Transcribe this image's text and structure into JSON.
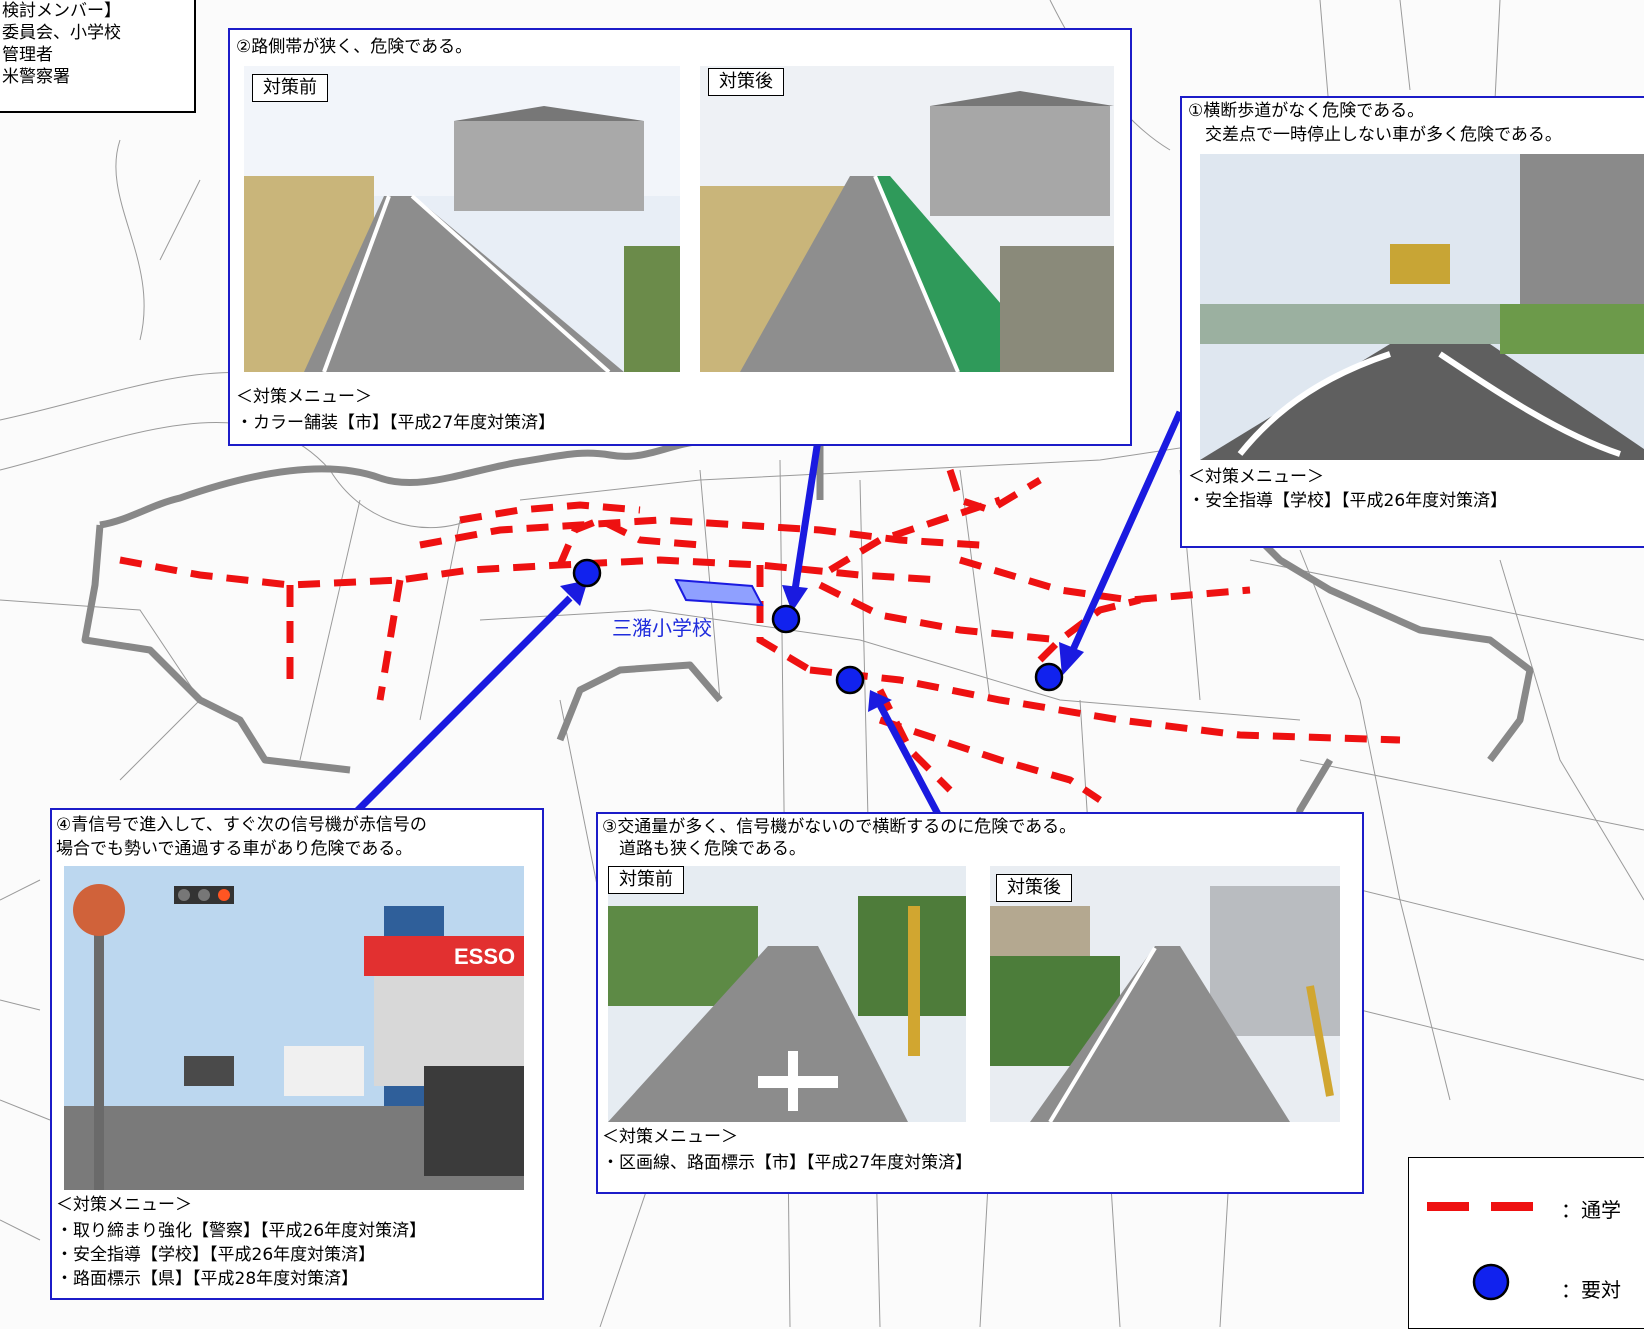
{
  "members": {
    "lines": [
      "検討メンバー】",
      "委員会、小学校",
      "管理者",
      "米警察署"
    ]
  },
  "school_label": "三潴小学校",
  "panel2": {
    "title": "②路側帯が狭く、危険である。",
    "before_tag": "対策前",
    "after_tag": "対策後",
    "menu_heading": "＜対策メニュー＞",
    "menu_items": [
      "・カラー舗装【市】【平成27年度対策済】"
    ]
  },
  "panel1": {
    "title_line1": "①横断歩道がなく危険である。",
    "title_line2": "　交差点で一時停止しない車が多く危険である。",
    "menu_heading": "＜対策メニュー＞",
    "menu_items": [
      "・安全指導【学校】【平成26年度対策済】"
    ]
  },
  "panel3": {
    "title_line1": "③交通量が多く、信号機がないので横断するのに危険である。",
    "title_line2": "　道路も狭く危険である。",
    "before_tag": "対策前",
    "after_tag": "対策後",
    "menu_heading": "＜対策メニュー＞",
    "menu_items": [
      "・区画線、路面標示【市】【平成27年度対策済】"
    ]
  },
  "panel4": {
    "title_line1": "④青信号で進入して、すぐ次の信号機が赤信号の",
    "title_line2": "場合でも勢いで通過する車があり危険である。",
    "menu_heading": "＜対策メニュー＞",
    "menu_items": [
      "・取り締まり強化【警察】【平成26年度対策済】",
      "・安全指導【学校】【平成26年度対策済】",
      "・路面標示【県】【平成28年度対策済】"
    ]
  },
  "legend": {
    "route_label": "：通学",
    "point_label": "：要対"
  },
  "colors": {
    "route": "#ee1111",
    "point_fill": "#1122ee",
    "arrow": "#1a1ae0",
    "boundary": "#888888",
    "panel_border": "#1c1cc8"
  }
}
